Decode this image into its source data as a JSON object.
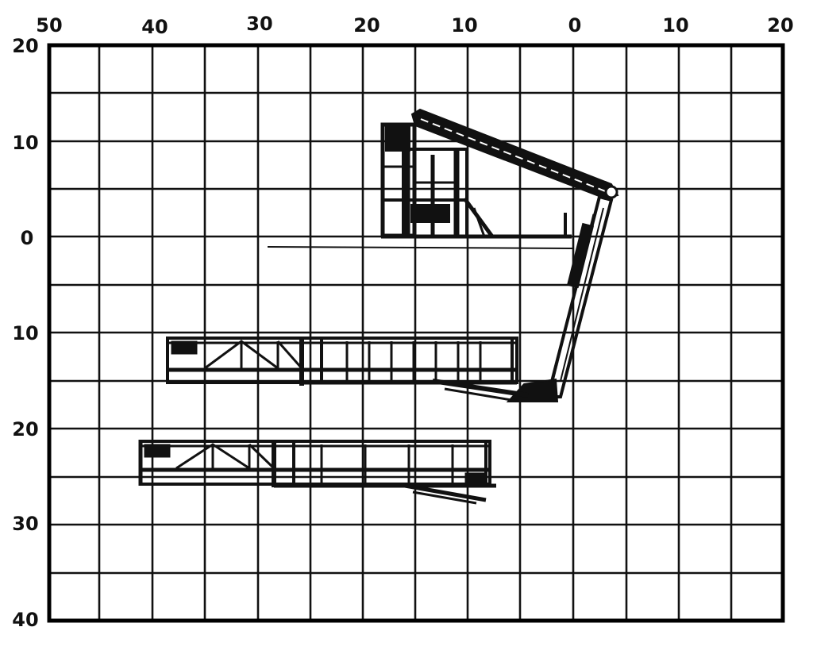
{
  "diagram": {
    "x_ticks": [
      "50",
      "40",
      "30",
      "20",
      "10",
      "0",
      "10",
      "20"
    ],
    "y_ticks": [
      "20",
      "10",
      "0",
      "10",
      "20",
      "30",
      "40"
    ],
    "colors": {
      "ink": "#111111",
      "paper": "#ffffff"
    }
  }
}
